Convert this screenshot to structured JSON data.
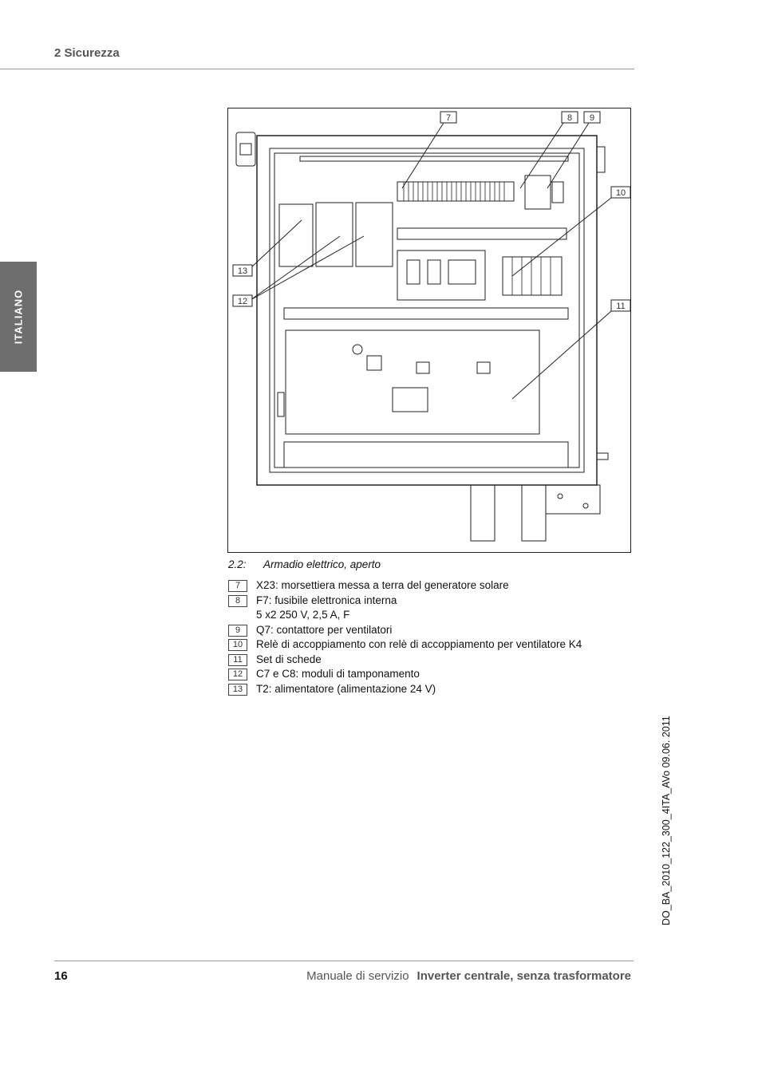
{
  "header": {
    "section_title": "2 Sicurezza"
  },
  "side_tab": {
    "label": "ITALIANO"
  },
  "figure": {
    "callouts": [
      "7",
      "8",
      "9",
      "10",
      "11",
      "12",
      "13"
    ],
    "caption_number": "2.2:",
    "caption_text": "Armadio elettrico, aperto"
  },
  "legend": [
    {
      "num": "7",
      "text": "X23: morsettiera messa a terra del generatore solare"
    },
    {
      "num": "8",
      "text": "F7: fusibile elettronica interna\n5 x2 250 V, 2,5 A, F"
    },
    {
      "num": "9",
      "text": "Q7: contattore per ventilatori"
    },
    {
      "num": "10",
      "text": "Relè di accoppiamento con relè di accoppiamento per ventilatore K4"
    },
    {
      "num": "11",
      "text": "Set di schede"
    },
    {
      "num": "12",
      "text": "C7 e C8: moduli di tamponamento"
    },
    {
      "num": "13",
      "text": "T2: alimentatore (alimentazione 24 V)"
    }
  ],
  "side_code": "DO_BA_2010_122_300_4ITA_AVo    09.06. 2011",
  "footer": {
    "page_number": "16",
    "manual_label": "Manuale di servizio",
    "product_title": "Inverter centrale, senza trasformatore"
  }
}
